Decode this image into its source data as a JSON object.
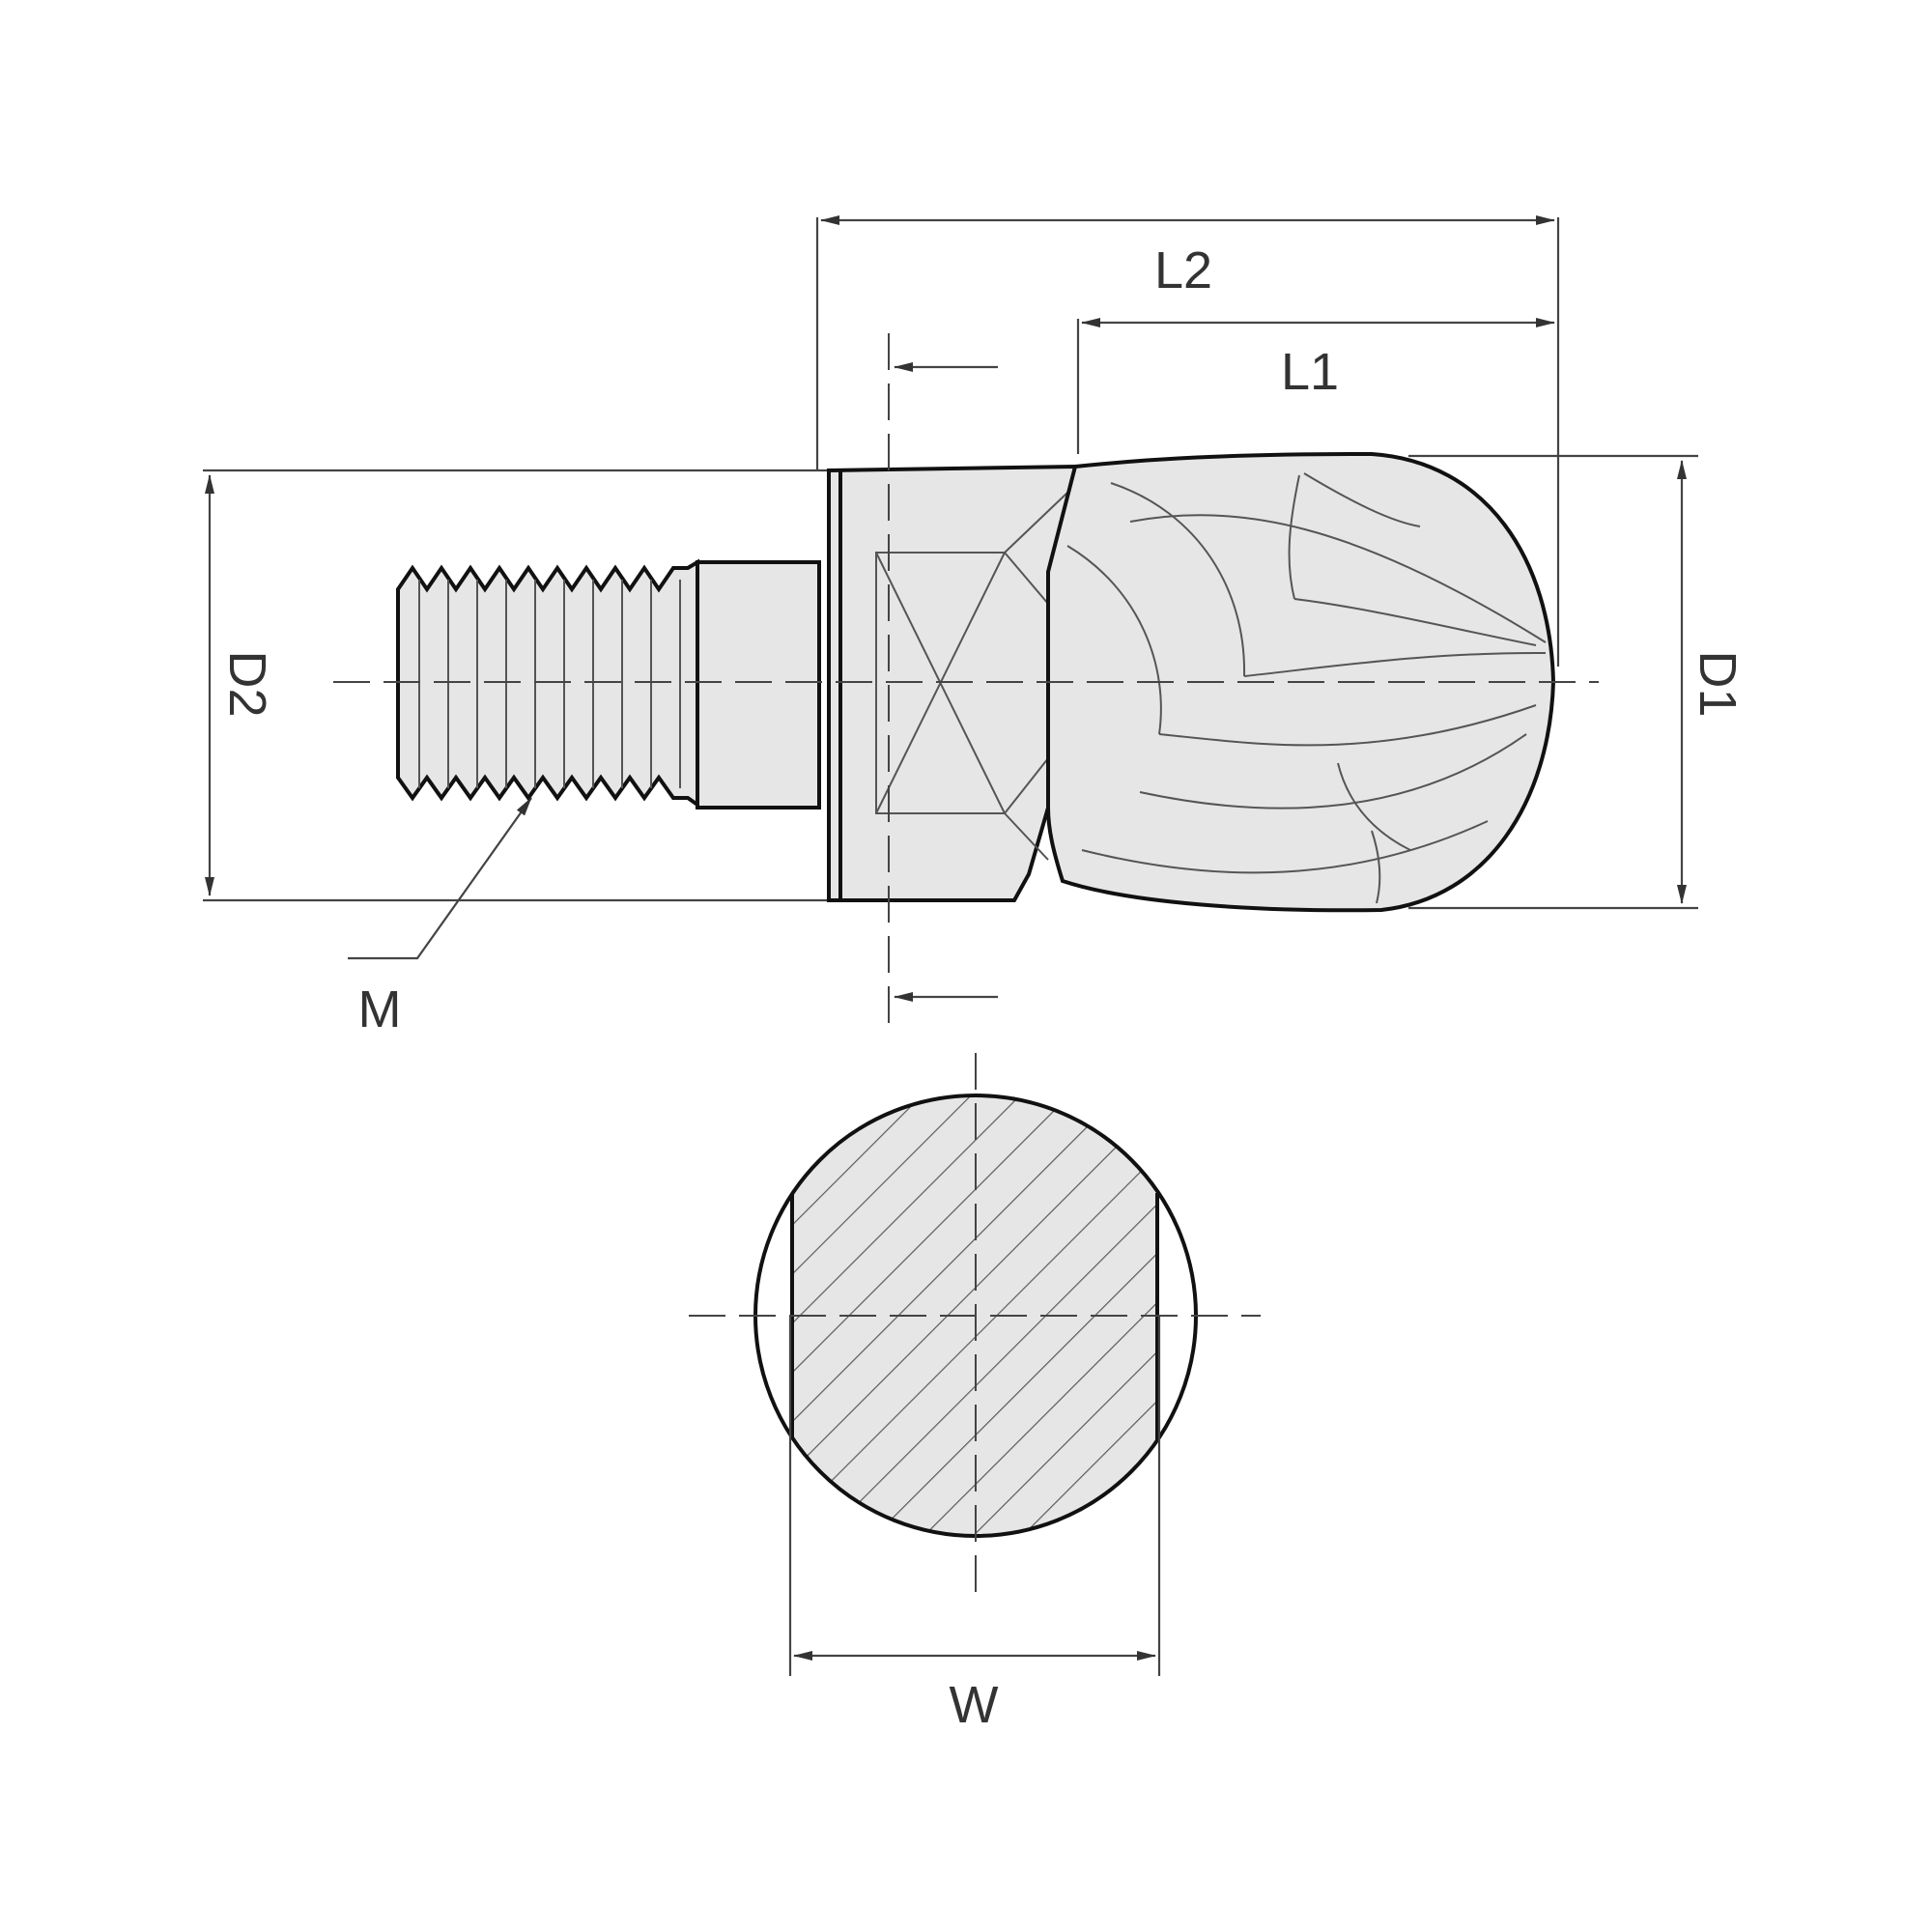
{
  "labels": {
    "l2": "L2",
    "l1": "L1",
    "d1": "D1",
    "d2": "D2",
    "m": "M",
    "w": "W"
  },
  "colors": {
    "body_fill": "#e6e6e6",
    "outline": "#111111",
    "dimension_line": "#444444",
    "hatch": "#5a5a5a",
    "background": "#ffffff"
  }
}
